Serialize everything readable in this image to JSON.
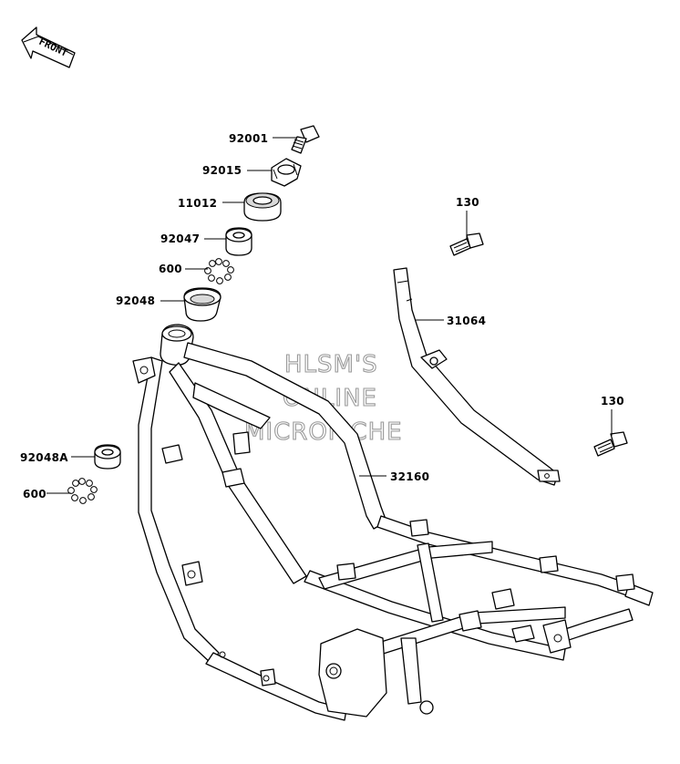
{
  "front_indicator": {
    "label": "FRONT",
    "icon": "front-arrow-icon"
  },
  "watermark": {
    "lines": [
      "HLSM'S",
      "ONLINE",
      "MICROFICHE"
    ],
    "color": "#9a9a9a"
  },
  "parts": {
    "p92001": "92001",
    "p92015": "92015",
    "p11012": "11012",
    "p92047": "92047",
    "p600a": "600",
    "p92048": "92048",
    "p130a": "130",
    "p31064": "31064",
    "p130b": "130",
    "p32160": "32160",
    "p92048A": "92048A",
    "p600b": "600"
  }
}
